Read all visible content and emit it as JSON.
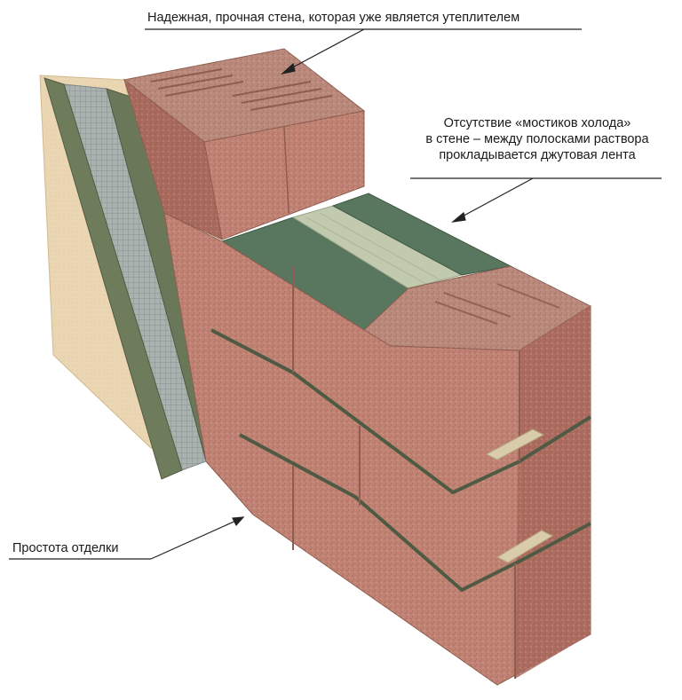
{
  "annotations": {
    "wall": "Надежная, прочная стена, которая уже является утеплителем",
    "cold_bridges": [
      "Отсутствие «мостиков холода»",
      "в стене – между полосками раствора",
      "прокладывается джутовая лента"
    ],
    "finish": "Простота отделки"
  },
  "colors": {
    "block_top": "#b98a7c",
    "block_front": "#c08273",
    "block_side": "#a86a5d",
    "mortar_strip": "#55725a",
    "jute_tape": "#b5c2a6",
    "plaster": "#ead6b3",
    "mesh": "#9aa3a2",
    "render_layer": "#6c7a5a",
    "leader_line": "#222222"
  }
}
